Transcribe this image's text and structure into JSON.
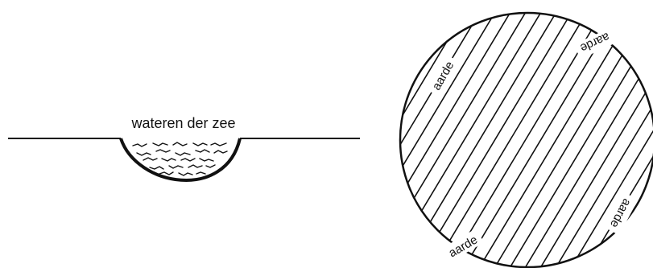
{
  "left_figure": {
    "label": "wateren der zee"
  },
  "right_figure": {
    "labels": [
      "aarde",
      "aarde",
      "aarde",
      "aarde"
    ]
  },
  "colors": {
    "ink": "#111111",
    "background": "#ffffff"
  }
}
